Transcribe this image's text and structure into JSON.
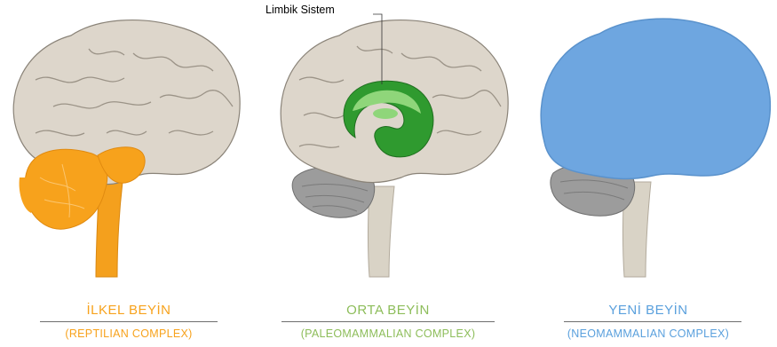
{
  "panels": [
    {
      "title": "İLKEL BEYİN",
      "subtitle": "(REPTILIAN COMPLEX)",
      "color": "#f7a21c"
    },
    {
      "title": "ORTA BEYİN",
      "subtitle": "(PALEOMAMMALIAN COMPLEX)",
      "color": "#8dbd5a"
    },
    {
      "title": "YENİ BEYİN",
      "subtitle": "(NEOMAMMALIAN COMPLEX)",
      "color": "#5aa0dd"
    }
  ],
  "callout": {
    "label": "Limbik Sistem"
  },
  "colors": {
    "cortex": "#ddd6cb",
    "cortex_outline": "#8a8378",
    "stem": "#d9d3c6",
    "cerebellum": "#9c9c9c",
    "reptilian": "#f7a21c",
    "limbic_dark": "#2f9a2f",
    "limbic_light": "#8fd67a",
    "neocortex": "#6ea6e0"
  }
}
